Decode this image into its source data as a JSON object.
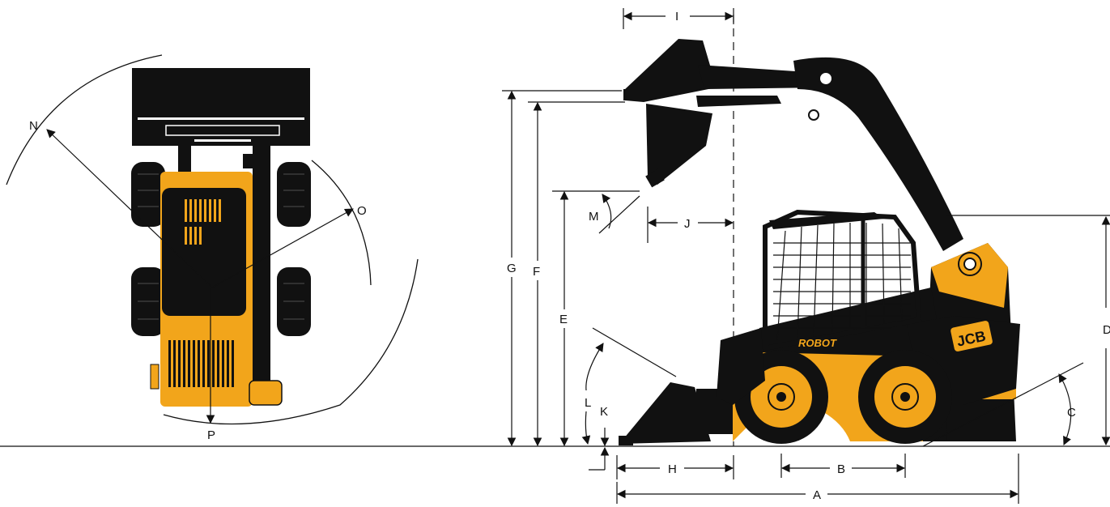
{
  "colors": {
    "body_yellow": "#F2A51B",
    "body_black": "#111111",
    "wheel_yellow": "#F2A51B",
    "line": "#111111",
    "background": "#FFFFFF"
  },
  "machine": {
    "brand_label": "JCB",
    "model_label": "ROBOT"
  },
  "dimension_labels": {
    "A": "A",
    "B": "B",
    "C": "C",
    "D": "D",
    "E": "E",
    "F": "F",
    "G": "G",
    "H": "H",
    "I": "I",
    "J": "J",
    "K": "K",
    "L": "L",
    "M": "M",
    "N": "N",
    "O": "O",
    "P": "P"
  }
}
